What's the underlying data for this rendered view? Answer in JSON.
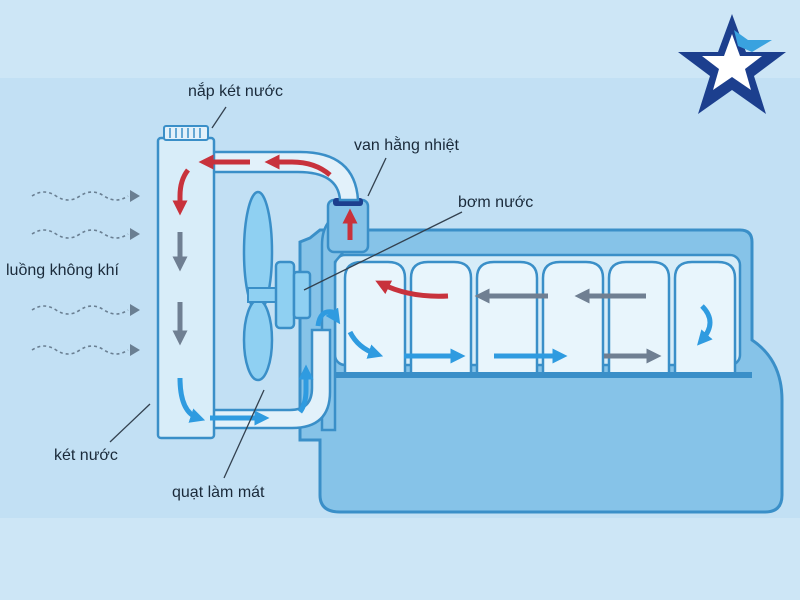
{
  "labels": {
    "radiator_cap": "nắp két nước",
    "thermostat": "van hằng nhiệt",
    "water_pump": "bơm nước",
    "airflow": "luồng không khí",
    "radiator": "két nước",
    "cooling_fan": "quạt làm mát"
  },
  "colors": {
    "background": "#cde6f6",
    "engine_body": "#86c3e8",
    "outline": "#3a8fc8",
    "hot_flow": "#c8323c",
    "cool_flow": "#2f9be0",
    "medium_flow": "#6f7f92"
  },
  "logo": {
    "icon": "star-logo-icon",
    "primary_color": "#1c3f8e",
    "accent_color": "#39a2df"
  }
}
